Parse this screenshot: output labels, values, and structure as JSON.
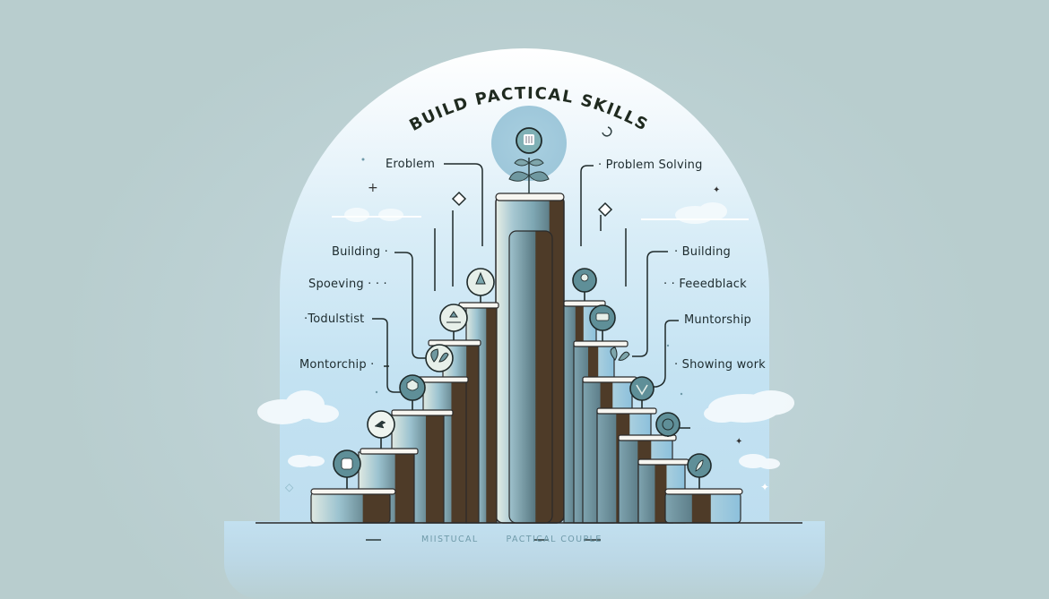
{
  "title": "BUILD PACTICAL SKILLS",
  "caption": {
    "left_text": "MIISTUCAL",
    "right_text": "PACTICAL COUPLE"
  },
  "labels": {
    "left": [
      {
        "text": "Eroblem"
      },
      {
        "text": "Building ·"
      },
      {
        "text": "Spoeving · · ·"
      },
      {
        "text": "·Todulstist"
      },
      {
        "text": "Montorchip ·"
      }
    ],
    "right": [
      {
        "text": "· Problem Solving"
      },
      {
        "text": "· Building"
      },
      {
        "text": "· · Feeedblack"
      },
      {
        "text": "Muntorship"
      },
      {
        "text": "· Showing work"
      }
    ]
  },
  "icons": {
    "top": "lightbulb-icon",
    "left_steps": [
      "tree-icon",
      "meditation-icon",
      "sprout-icon",
      "shield-icon",
      "bird-icon",
      "robot-icon"
    ],
    "right_steps": [
      "person-icon",
      "laptop-icon",
      "sprout-icon",
      "leaf-icon",
      "globe-icon",
      "feather-icon"
    ]
  },
  "colors": {
    "background": "#bacfd0",
    "dome_top": "#ffffff",
    "dome_bottom": "#bcdcee",
    "tower_light": "#9cc3d0",
    "tower_mid": "#6d8e98",
    "tower_dark": "#4e3b28",
    "icon_fill": "#5f8f98",
    "ink": "#1d2b2e",
    "caption": "#6f9aa9"
  }
}
